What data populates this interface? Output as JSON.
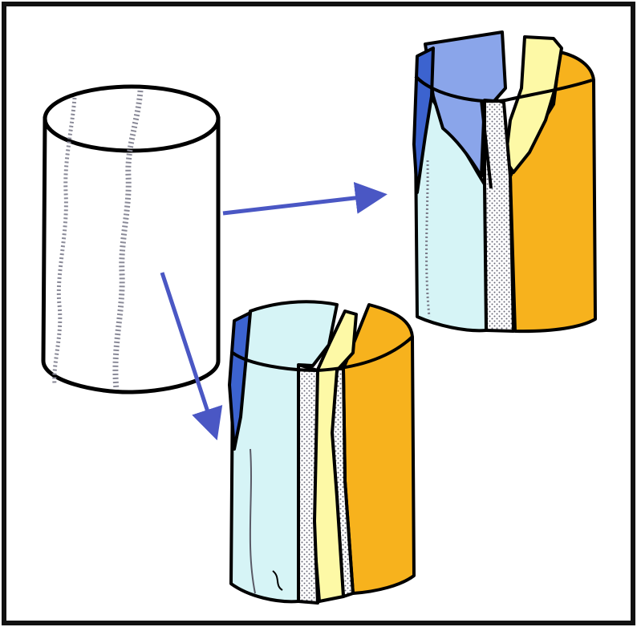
{
  "diagram": {
    "colors": {
      "frame": "#111111",
      "arrow": "#4a57c4",
      "outline": "#000000",
      "intact_fill": "#ffffff",
      "dark_blue": "#3c63cf",
      "mid_blue": "#8aa5ea",
      "light_blue": "#d6f4f6",
      "pale_yellow": "#fdf9a6",
      "orange": "#f7b21d",
      "seam_grey": "#9a9aa8"
    },
    "elements": [
      "intact-core-cylinder",
      "fractured-core-angled-split",
      "fractured-core-vertical-split",
      "arrow-to-angled-split",
      "arrow-to-vertical-split"
    ]
  }
}
